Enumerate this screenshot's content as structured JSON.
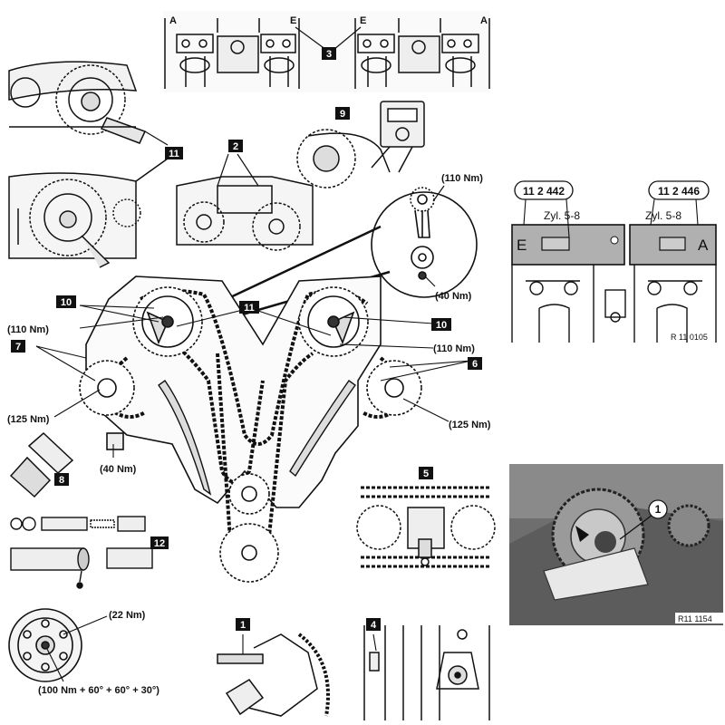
{
  "callouts": {
    "c1": "1",
    "c2": "2",
    "c3": "3",
    "c4": "4",
    "c5": "5",
    "c6": "6",
    "c7": "7",
    "c8": "8",
    "c9": "9",
    "c10a": "10",
    "c10b": "10",
    "c11a": "11",
    "c11b": "11",
    "c12": "12"
  },
  "torques": {
    "sprocket_top_right": "(110 Nm)",
    "bolt_bottom_right": "(40 Nm)",
    "left_cam_110": "(110 Nm)",
    "right_cam_110": "(110 Nm)",
    "left_cam_125": "(125 Nm)",
    "right_cam_125": "(125 Nm)",
    "tensioner_40": "(40 Nm)",
    "pulley_22": "(22 Nm)",
    "pulley_center": "(100 Nm + 60° + 60° + 30°)"
  },
  "tool_panel": {
    "tool_left": "11 2 442",
    "tool_right": "11 2 446",
    "cyl_left": "Zyl. 5-8",
    "cyl_right": "Zyl. 5-8",
    "letter_left": "E",
    "letter_right": "A",
    "ref": "R 11 0105"
  },
  "top_cam_detail": {
    "left_a": "A",
    "left_e": "E",
    "right_e": "E",
    "right_a": "A"
  },
  "photo_panel": {
    "callout": "1",
    "ref": "R11 1154"
  }
}
